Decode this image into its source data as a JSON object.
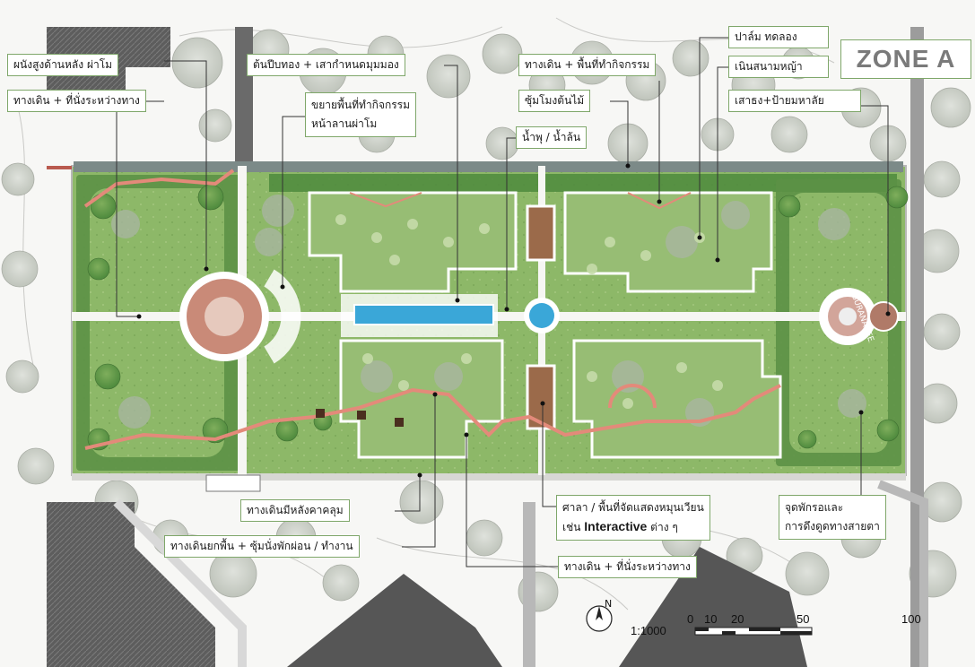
{
  "zone_title": "ZONE  A",
  "labels": {
    "back_wall": "ผนังสูงด้านหลัง ผ่าโม",
    "walkway_left": "ทางเดิน + ที่นั่งระหว่างทาง",
    "golden_tree": "ต้นปีบทอง + เสากำหนดมุมมอง",
    "plaza_expand_1": "ขยายพื้นที่ทำกิจกรรม",
    "plaza_expand_2": "หน้าลานผ่าโม",
    "walkway_activity": "ทางเดิน + พื้นที่ทำกิจกรรม",
    "tree_arch": "ซุ้มโมงต้นไม้",
    "fountain": "น้ำพุ / น้ำล้น",
    "palm": "ปาล์ม ทดลอง",
    "lawn_mound": "เนินสนามหญ้า",
    "flag_pole": "เสาธง+ป้ายมหาลัย",
    "covered_walk": "ทางเดินมีหลังคาคลุม",
    "raised_walk": "ทางเดินยกพื้น + ซุ้มนั่งพักผ่อน / ทำงาน",
    "pavilion_1": "ศาลา / พื้นที่จัดแสดงหมุนเวียน",
    "pavilion_2a": "เช่น",
    "pavilion_2b": "Interactive",
    "pavilion_2c": "ต่าง ๆ",
    "walkway_bottom": "ทางเดิน + ที่นั่งระหว่างทาง",
    "waiting_1": "จุดพักรอและ",
    "waiting_2": "การดึงดูดทางสายตา"
  },
  "emblem_text": "SURANAREE",
  "north_label": "N",
  "scale": {
    "ratio": "1:1000",
    "ticks": [
      "0",
      "10",
      "20",
      "50",
      "100"
    ]
  },
  "colors": {
    "lawn": "#8fb36a",
    "lawn_dark": "#6f9a4f",
    "hedge": "#3f7a34",
    "path": "#f4f4f0",
    "red_walk": "#e38a7a",
    "water": "#3aa7d8",
    "building": "#5a5a5a",
    "leader": "#333333"
  }
}
